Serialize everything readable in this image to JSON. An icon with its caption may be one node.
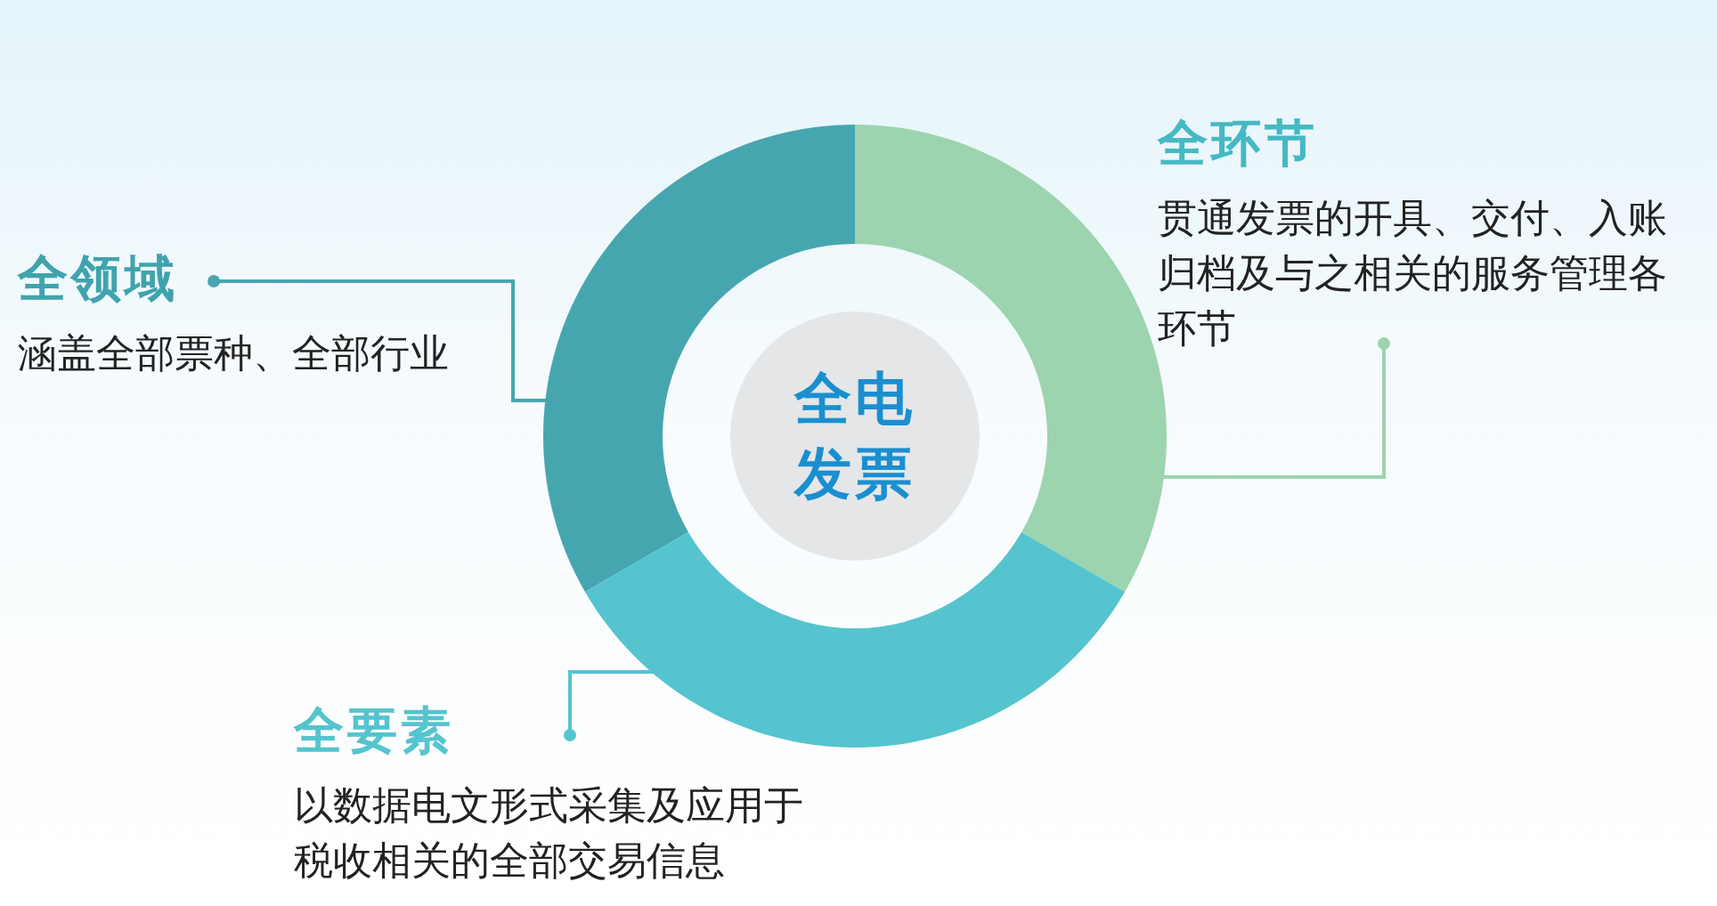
{
  "diagram": {
    "nodes": [
      {
        "text": [],
        "shape": "segment"
      },
      {
        "text": [],
        "shape": "segment"
      },
      {
        "text": [],
        "shape": "segment"
      },
      {
        "text": [
          "全电发票"
        ]
      },
      {
        "text": [
          "全环节",
          "贯通发票的开具、交付、入账归档及与之相关的服务管理各环节"
        ]
      },
      {
        "text": [
          "全领域",
          "涵盖全部票种、全部行业"
        ]
      },
      {
        "text": [
          "全要素",
          "以数据电文形式采集及应用于税收相关的全部交易信息"
        ]
      }
    ],
    "edges": [
      {
        "from": 5,
        "to": 0,
        "arrow": "other",
        "color": "#46a6b0"
      },
      {
        "from": 4,
        "to": 1,
        "arrow": "other",
        "color": "#9bd4ae"
      },
      {
        "from": 6,
        "to": 2,
        "arrow": "other",
        "color": "#55c4cf"
      }
    ]
  }
}
